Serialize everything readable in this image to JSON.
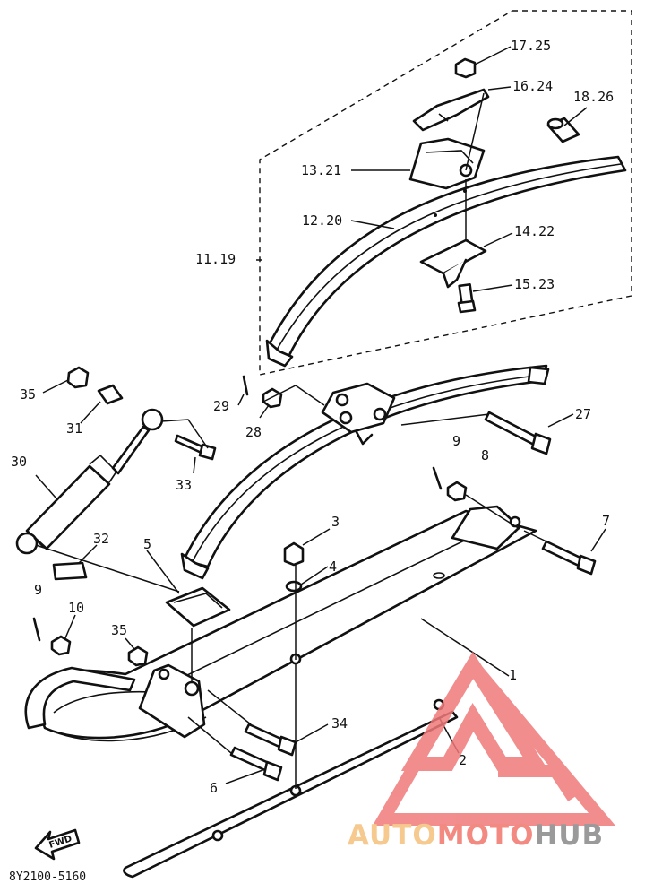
{
  "diagram": {
    "drawing_code": "8Y2100-5160",
    "fwd_label": "FWD",
    "labels": [
      {
        "id": "l17_25",
        "text": "17.25"
      },
      {
        "id": "l16_24",
        "text": "16.24"
      },
      {
        "id": "l18_26",
        "text": "18.26"
      },
      {
        "id": "l13_21",
        "text": "13.21"
      },
      {
        "id": "l12_20",
        "text": "12.20"
      },
      {
        "id": "l11_19",
        "text": "11.19"
      },
      {
        "id": "l14_22",
        "text": "14.22"
      },
      {
        "id": "l15_23",
        "text": "15.23"
      },
      {
        "id": "l35a",
        "text": "35"
      },
      {
        "id": "l29",
        "text": "29"
      },
      {
        "id": "l27",
        "text": "27"
      },
      {
        "id": "l31",
        "text": "31"
      },
      {
        "id": "l28",
        "text": "28"
      },
      {
        "id": "l9a",
        "text": "9"
      },
      {
        "id": "l8",
        "text": "8"
      },
      {
        "id": "l30",
        "text": "30"
      },
      {
        "id": "l33",
        "text": "33"
      },
      {
        "id": "l3",
        "text": "3"
      },
      {
        "id": "l7",
        "text": "7"
      },
      {
        "id": "l32",
        "text": "32"
      },
      {
        "id": "l5",
        "text": "5"
      },
      {
        "id": "l4",
        "text": "4"
      },
      {
        "id": "l9b",
        "text": "9"
      },
      {
        "id": "l10",
        "text": "10"
      },
      {
        "id": "l35b",
        "text": "35"
      },
      {
        "id": "l1",
        "text": "1"
      },
      {
        "id": "l34",
        "text": "34"
      },
      {
        "id": "l2",
        "text": "2"
      },
      {
        "id": "l6",
        "text": "6"
      }
    ]
  },
  "watermark": {
    "part1": "AUTO",
    "part2": "MOTO",
    "part3": "HUB",
    "color1": "#f6c98e",
    "color2": "#f28a82",
    "color3": "#9a9a9a",
    "logo_color": "#f07a7a"
  }
}
